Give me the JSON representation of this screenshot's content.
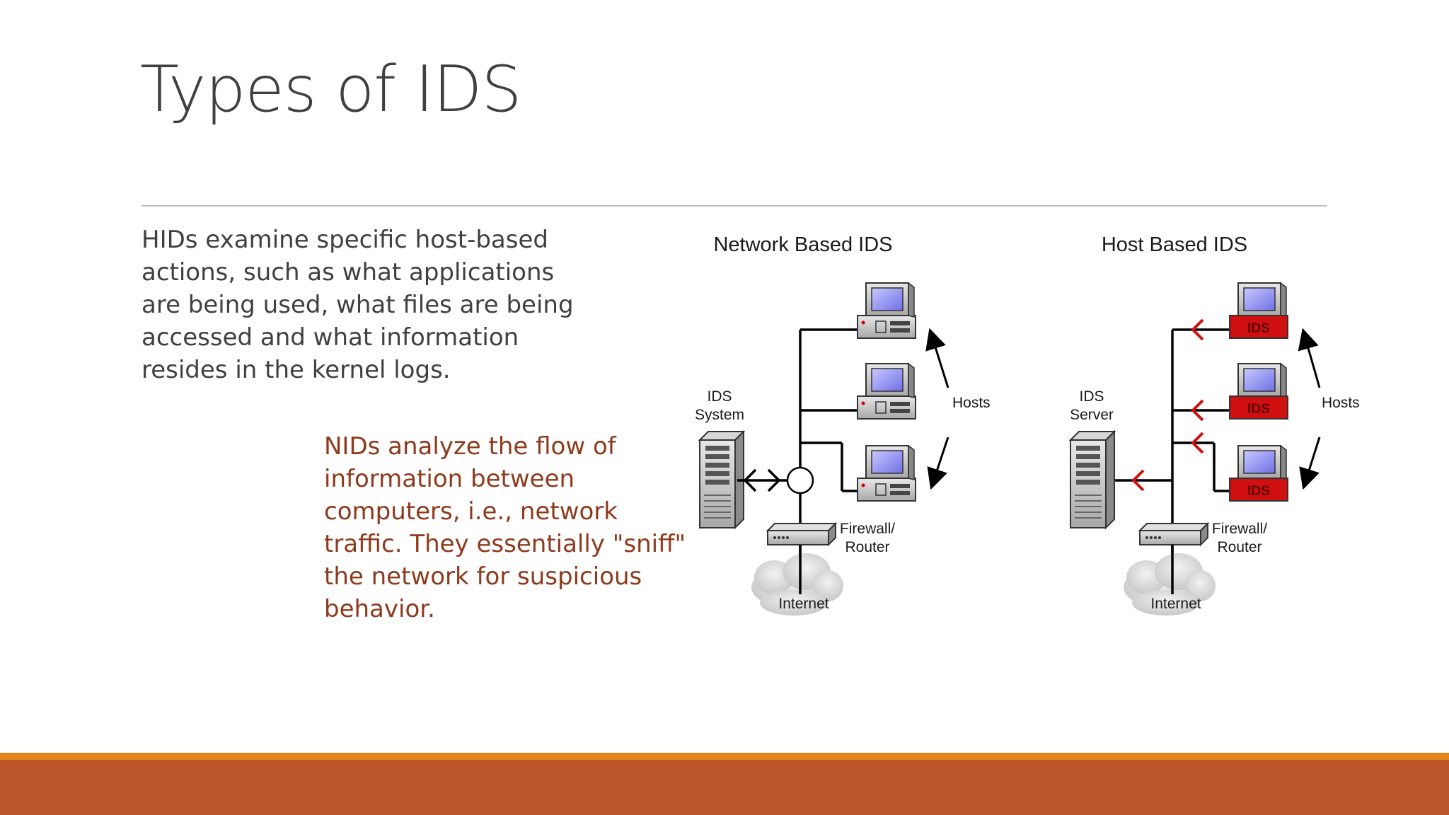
{
  "slide": {
    "title": "Types of IDS",
    "hid_text": "HIDs examine specific host-based actions, such as what applications are being used, what files are being accessed and what information resides in the kernel logs.",
    "nid_text": "NIDs analyze the flow of information between computers, i.e., network traffic. They essentially \"sniff\" the network for suspicious behavior."
  },
  "diagram": {
    "network": {
      "heading": "Network Based IDS",
      "ids_label_1": "IDS",
      "ids_label_2": "System",
      "hosts_label": "Hosts",
      "firewall_label_1": "Firewall/",
      "firewall_label_2": "Router",
      "internet_label": "Internet"
    },
    "host": {
      "heading": "Host Based IDS",
      "ids_label_1": "IDS",
      "ids_label_2": "Server",
      "hosts_label": "Hosts",
      "firewall_label_1": "Firewall/",
      "firewall_label_2": "Router",
      "internet_label": "Internet",
      "badge_label": "IDS"
    }
  },
  "colors": {
    "accent_orange": "#e0861c",
    "accent_rust": "#bd552a",
    "nid_text": "#8e3a1c",
    "ids_badge": "#d01010"
  }
}
